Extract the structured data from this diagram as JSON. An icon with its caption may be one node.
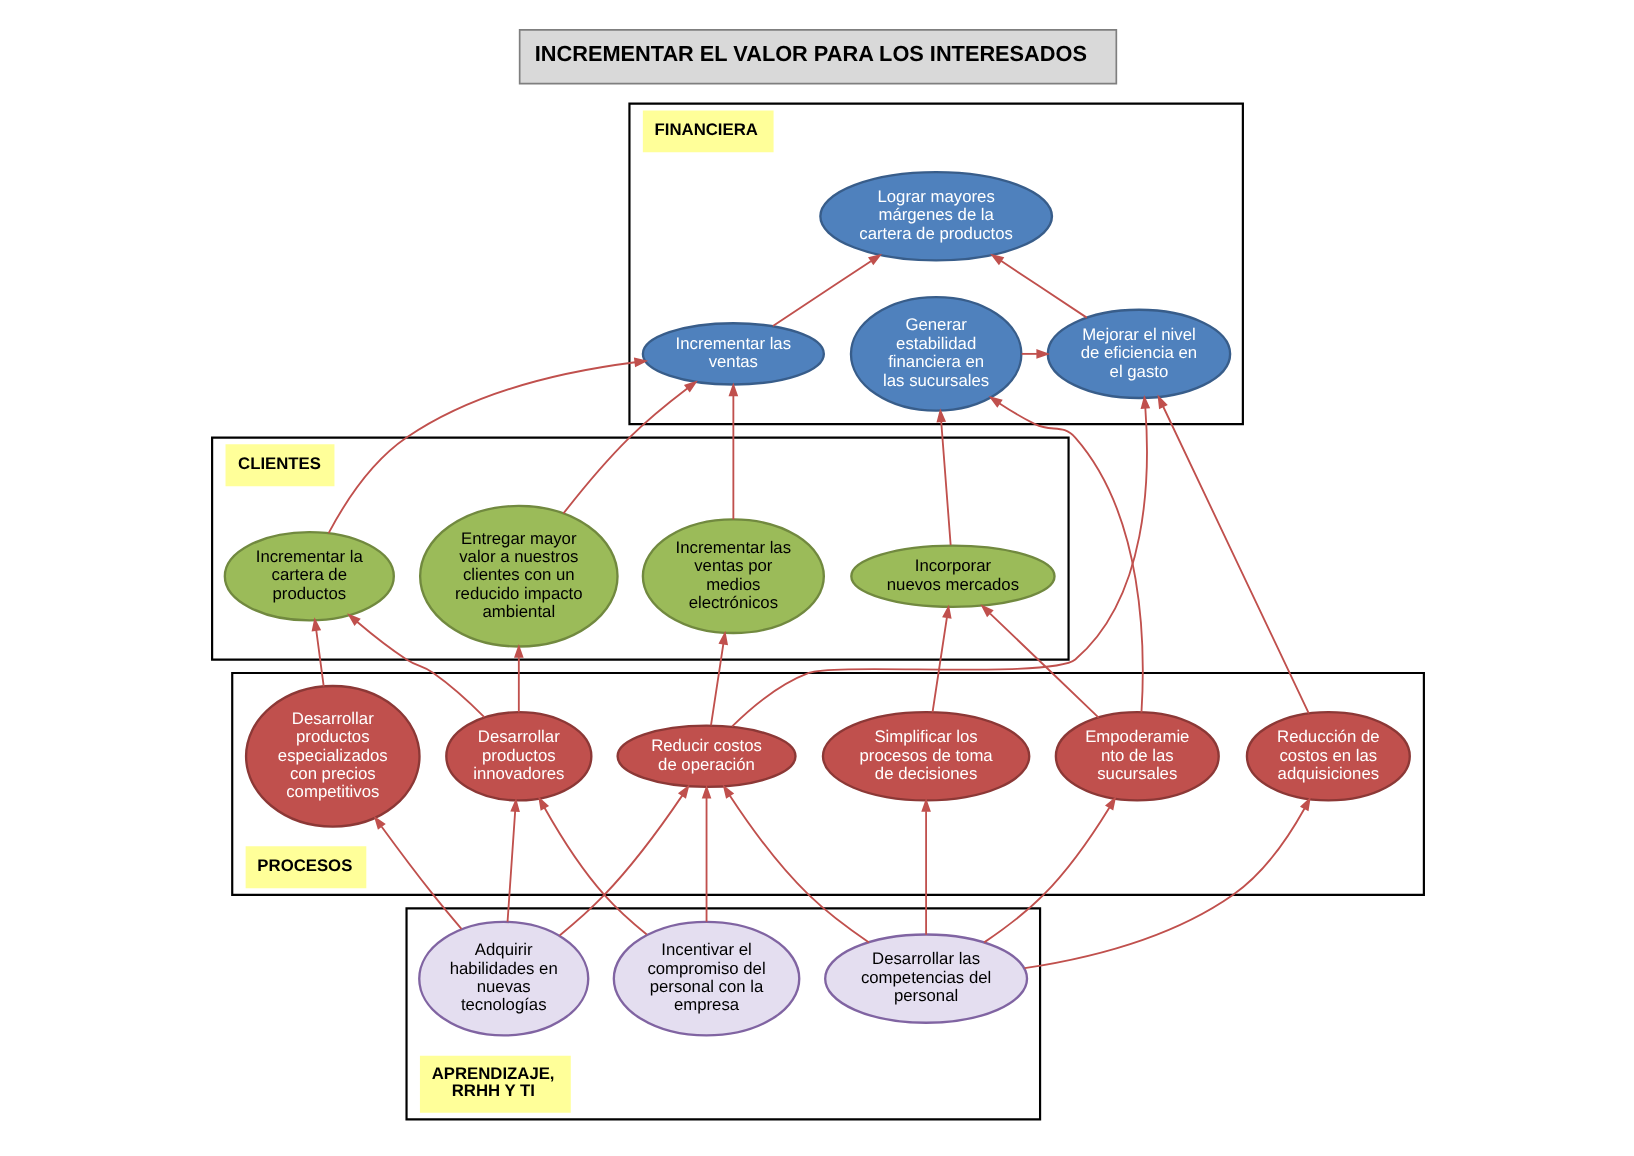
{
  "diagram": {
    "title": "INCREMENTAR EL VALOR PARA LOS INTERESADOS",
    "nodes": [
      {
        "text": [
          "FINANCIERA"
        ]
      },
      {
        "text": [
          "Lograr mayores márgenes de la cartera de productos"
        ],
        "in": 0
      },
      {
        "text": [
          "Incrementar las ventas"
        ],
        "in": 0
      },
      {
        "text": [
          "Mejorar el nivel de eficiencia en el gasto"
        ],
        "in": 0
      },
      {
        "text": [
          "Generar estabilidad financiera en las sucursales"
        ],
        "in": 0
      },
      {
        "text": [
          "CLIENTES"
        ]
      },
      {
        "text": [
          "Incrementar la cartera de productos"
        ],
        "in": 5
      },
      {
        "text": [
          "Entregar mayor valor a nuestros clientes con un reducido impacto ambiental"
        ],
        "in": 5
      },
      {
        "text": [
          "Incrementar las ventas por medios electrónicos"
        ],
        "in": 5
      },
      {
        "text": [
          "Incorporar nuevos mercados"
        ],
        "in": 5
      },
      {
        "text": [
          "PROCESOS"
        ]
      },
      {
        "text": [
          "Desarrollar productos especializados con precios competitivos"
        ],
        "in": 10
      },
      {
        "text": [
          "Desarrollar productos innovadores"
        ],
        "in": 10
      },
      {
        "text": [
          "Reducir costos de operación"
        ],
        "in": 10
      },
      {
        "text": [
          "Reducción de costos en las adquisiciones"
        ],
        "in": 10
      },
      {
        "text": [
          "Simplificar los procesos de toma de decisiones"
        ],
        "in": 10
      },
      {
        "text": [
          "Empoderamie nto de las sucursales"
        ],
        "in": 10
      },
      {
        "text": [
          "APRENDIZAJE, RRHH Y TI"
        ]
      },
      {
        "text": [
          "Adquirir habilidades en nuevas tecnologías"
        ],
        "in": 17
      },
      {
        "text": [
          "Incentivar el compromiso del personal con la empresa"
        ],
        "in": 17
      },
      {
        "text": [
          "Desarrollar las competencias del personal"
        ],
        "in": 17
      }
    ],
    "edges": [
      {
        "from": 2,
        "to": 1,
        "arrow": "to"
      },
      {
        "from": 3,
        "to": 1,
        "arrow": "to"
      },
      {
        "from": 4,
        "to": 3,
        "arrow": "to"
      },
      {
        "from": 6,
        "to": 2,
        "arrow": "to"
      },
      {
        "from": 7,
        "to": 2,
        "arrow": "to"
      },
      {
        "from": 8,
        "to": 2,
        "arrow": "to"
      },
      {
        "from": 9,
        "to": 4,
        "arrow": "to"
      },
      {
        "from": 11,
        "to": 6,
        "arrow": "to"
      },
      {
        "from": 12,
        "to": 6,
        "arrow": "to"
      },
      {
        "from": 12,
        "to": 7,
        "arrow": "to"
      },
      {
        "from": 13,
        "to": 3,
        "arrow": "to"
      },
      {
        "from": 13,
        "to": 8,
        "arrow": "to"
      },
      {
        "from": 14,
        "to": 3,
        "arrow": "to"
      },
      {
        "from": 15,
        "to": 9,
        "arrow": "to"
      },
      {
        "from": 16,
        "to": 9,
        "arrow": "to"
      },
      {
        "from": 16,
        "to": 4,
        "arrow": "to"
      },
      {
        "from": 18,
        "to": 11,
        "arrow": "to"
      },
      {
        "from": 18,
        "to": 12,
        "arrow": "to"
      },
      {
        "from": 18,
        "to": 13,
        "arrow": "to"
      },
      {
        "from": 19,
        "to": 12,
        "arrow": "to"
      },
      {
        "from": 19,
        "to": 13,
        "arrow": "to"
      },
      {
        "from": 20,
        "to": 13,
        "arrow": "to"
      },
      {
        "from": 20,
        "to": 14,
        "arrow": "to"
      },
      {
        "from": 20,
        "to": 15,
        "arrow": "to"
      },
      {
        "from": 20,
        "to": 16,
        "arrow": "to"
      }
    ]
  }
}
